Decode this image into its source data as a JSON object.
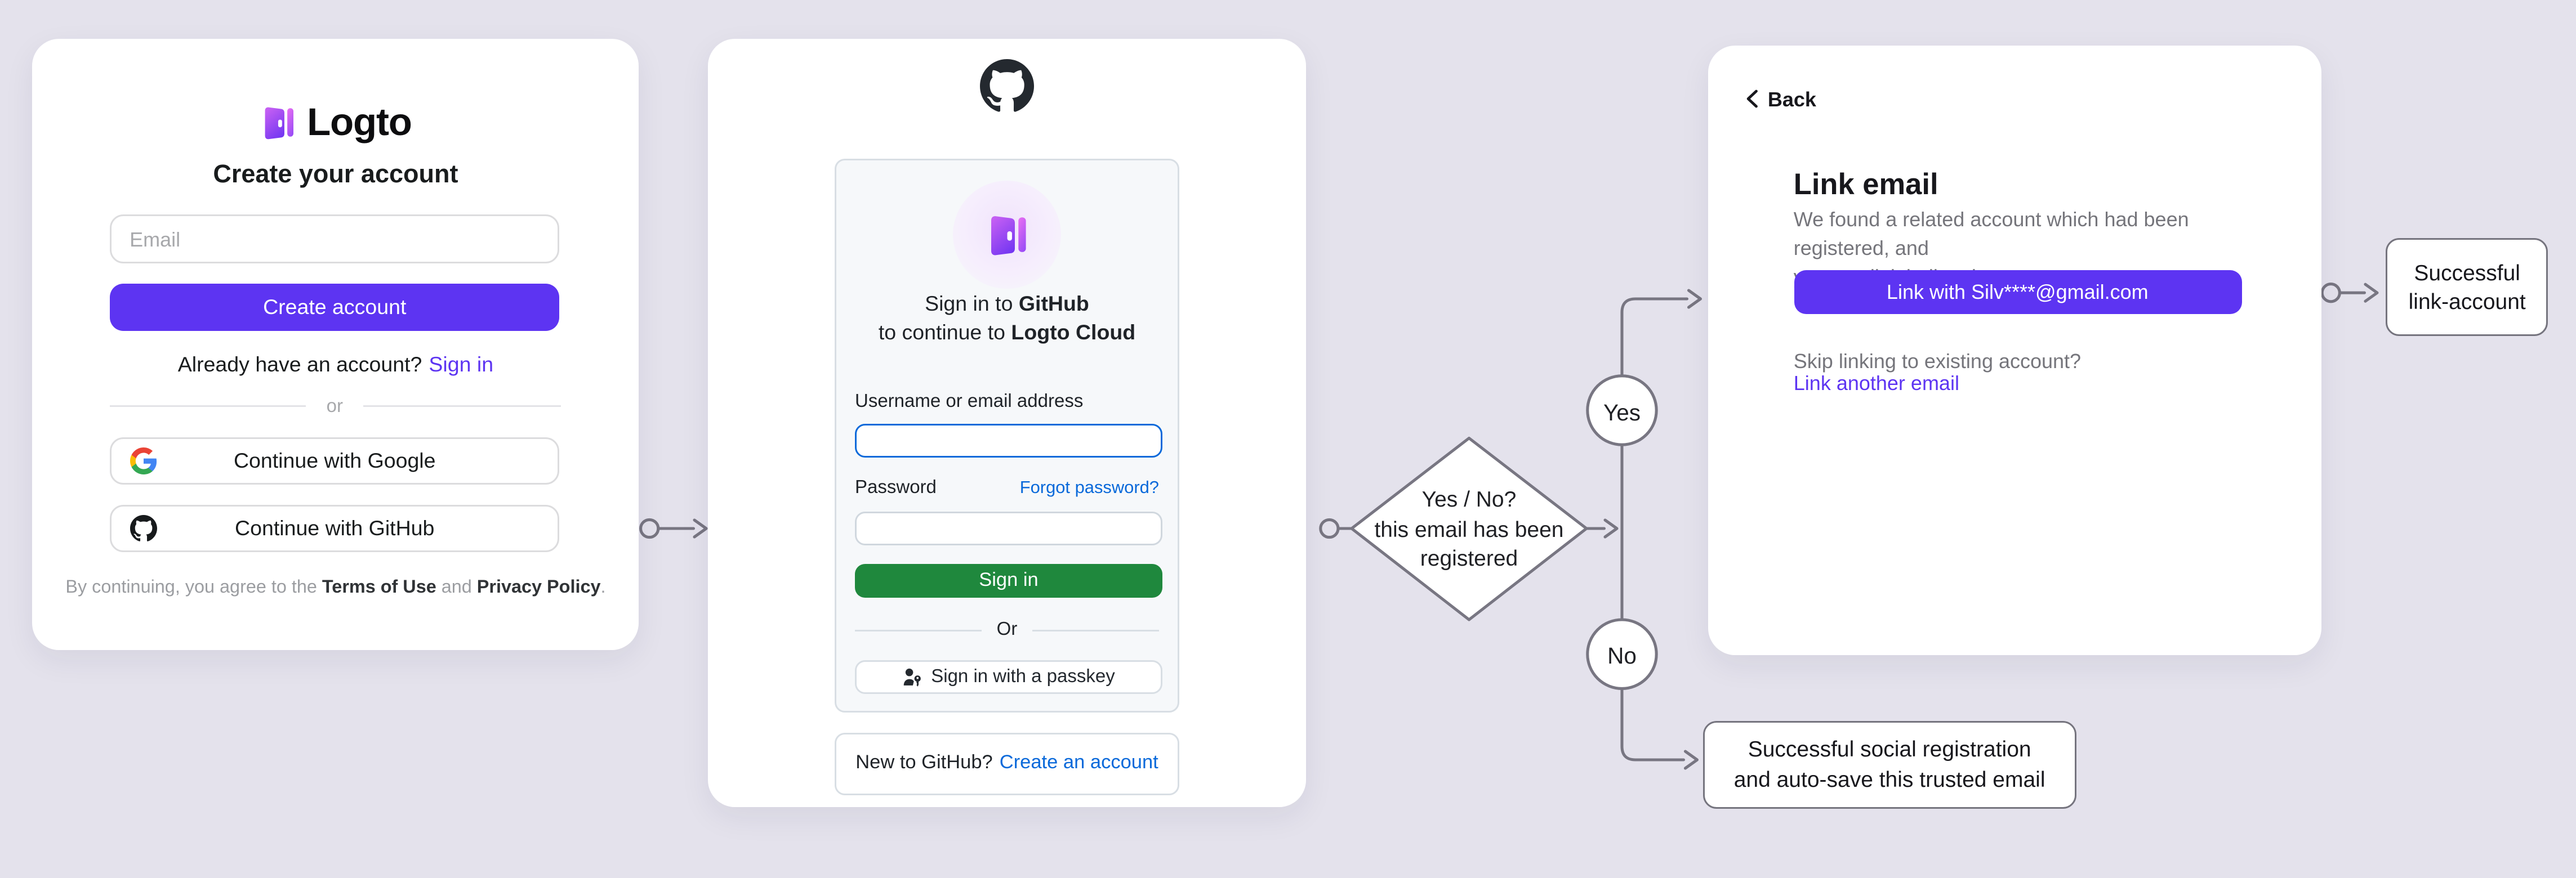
{
  "canvas": {
    "background": "#e4e2ec",
    "flow_stroke": "#787682",
    "accent": "#5d34f2",
    "github_green": "#1f883d",
    "github_blue": "#0969da"
  },
  "logto_card": {
    "brand": "Logto",
    "title": "Create your account",
    "email_placeholder": "Email",
    "create_button": "Create account",
    "signin_prompt": "Already have an account?",
    "signin_link": "Sign in",
    "divider": "or",
    "google_button": "Continue with Google",
    "github_button": "Continue with GitHub",
    "terms_prefix": "By continuing, you agree to the ",
    "terms_of_use": "Terms of Use",
    "terms_and": " and ",
    "privacy_policy": "Privacy Policy",
    "terms_suffix": "."
  },
  "github_card": {
    "signin_line1_prefix": "Sign in to ",
    "signin_line1_bold": "GitHub",
    "signin_line2_prefix": "to continue to ",
    "signin_line2_bold": "Logto Cloud",
    "username_label": "Username or email address",
    "password_label": "Password",
    "forgot_link": "Forgot password?",
    "signin_button": "Sign in",
    "divider": "Or",
    "passkey_button": "Sign in with a passkey",
    "new_prompt": "New to GitHub?",
    "create_link": "Create an account"
  },
  "link_card": {
    "back": "Back",
    "title": "Link email",
    "description_line1": "We found a related account which had been registered, and",
    "description_line2": "you can link it directly.",
    "link_button": "Link with Silv****@gmail.com",
    "skip_text": "Skip linking to existing account?",
    "link_another": "Link another email"
  },
  "flow": {
    "decision_line1": "Yes / No?",
    "decision_line2": "this email has been",
    "decision_line3": "registered",
    "yes_label": "Yes",
    "no_label": "No",
    "outcome_link_line1": "Successful",
    "outcome_link_line2": "link-account",
    "outcome_social_line1": "Successful social registration",
    "outcome_social_line2": "and auto-save this trusted email"
  }
}
